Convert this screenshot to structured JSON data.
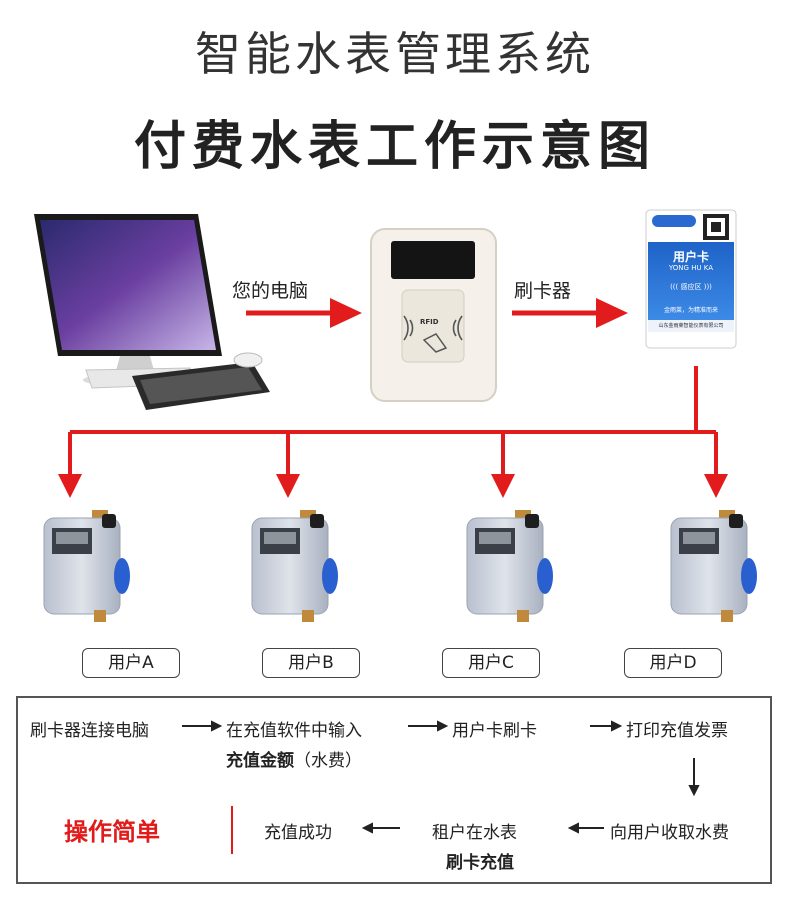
{
  "title": "智能水表管理系统",
  "subtitle": "付费水表工作示意图",
  "flow_top": {
    "label_pc": "您的电脑",
    "label_reader": "刷卡器"
  },
  "reader": {
    "rfid": "RFID"
  },
  "card": {
    "title": "用户卡",
    "pinyin": "YONG  HU  KA",
    "sense": "((( 感应区 )))",
    "slogan": "金雨莱，为精准而来",
    "company": "山东金雨莱智能仪表有限公司"
  },
  "meters": [
    "用户A",
    "用户B",
    "用户C",
    "用户D"
  ],
  "process": {
    "step1": "刷卡器连接电脑",
    "step2_line1": "在充值软件中输入",
    "step2_line2_bold": "充值金额",
    "step2_line2_rest": "（水费）",
    "step3": "用户卡刷卡",
    "step4": "打印充值发票",
    "step5": "向用户收取水费",
    "step6_line1": "租户在水表",
    "step6_line2": "刷卡充值",
    "step7": "充值成功",
    "highlight": "操作简单"
  },
  "colors": {
    "arrow": "#e21c1c",
    "accent": "#e11a1a"
  }
}
